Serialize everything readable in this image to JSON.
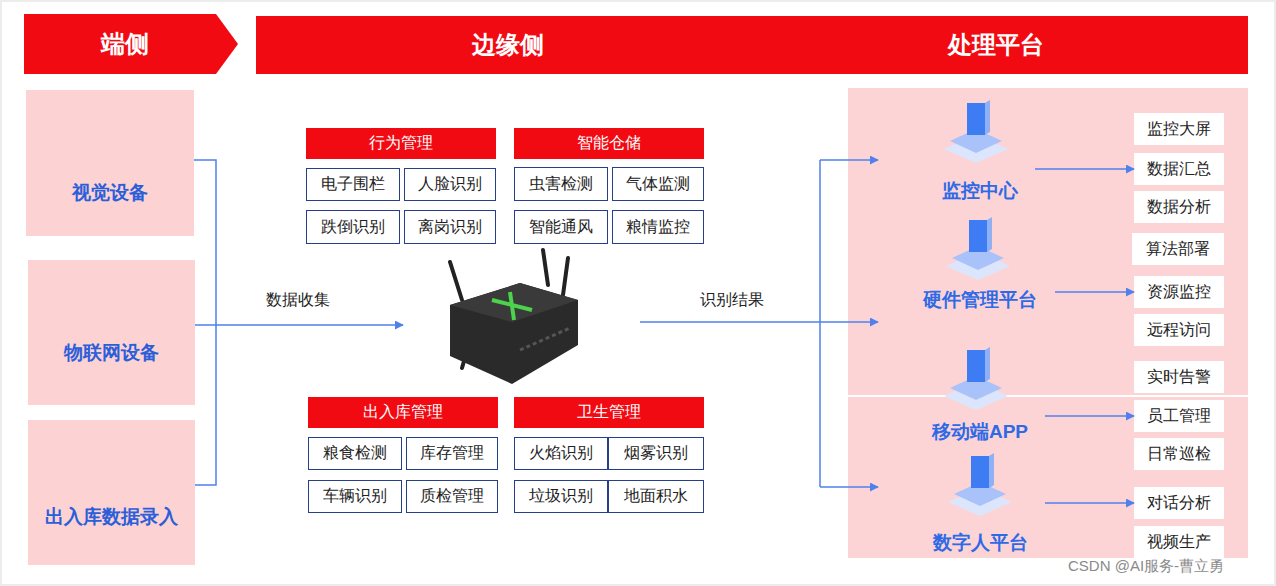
{
  "diagram": {
    "nodes": [
      {
        "text": [
          "端侧"
        ]
      },
      {
        "text": [
          "边缘侧",
          "处理平台"
        ]
      },
      {
        "text": [
          "视觉设备"
        ]
      },
      {
        "text": [
          "物联网设备"
        ]
      },
      {
        "text": [
          "出入库数据录入"
        ]
      },
      {
        "text": [
          "行为管理"
        ]
      },
      {
        "text": [
          "电子围栏"
        ]
      },
      {
        "text": [
          "人脸识别"
        ]
      },
      {
        "text": [
          "跌倒识别"
        ]
      },
      {
        "text": [
          "离岗识别"
        ]
      },
      {
        "text": [
          "智能仓储"
        ]
      },
      {
        "text": [
          "虫害检测"
        ]
      },
      {
        "text": [
          "气体监测"
        ]
      },
      {
        "text": [
          "智能通风"
        ]
      },
      {
        "text": [
          "粮情监控"
        ]
      },
      {
        "text": [
          "出入库管理"
        ]
      },
      {
        "text": [
          "粮食检测"
        ]
      },
      {
        "text": [
          "库存管理"
        ]
      },
      {
        "text": [
          "车辆识别"
        ]
      },
      {
        "text": [
          "质检管理"
        ]
      },
      {
        "text": [
          "卫生管理"
        ]
      },
      {
        "text": [
          "火焰识别"
        ]
      },
      {
        "text": [
          "烟雾识别"
        ]
      },
      {
        "text": [
          "垃圾识别"
        ]
      },
      {
        "text": [
          "地面积水"
        ]
      },
      {
        "text": [
          "监控中心"
        ]
      },
      {
        "text": [
          "硬件管理平台"
        ]
      },
      {
        "text": [
          "移动端APP"
        ]
      },
      {
        "text": [
          "数字人平台"
        ]
      },
      {
        "text": [
          "监控大屏"
        ]
      },
      {
        "text": [
          "数据汇总"
        ]
      },
      {
        "text": [
          "数据分析"
        ]
      },
      {
        "text": [
          "算法部署"
        ]
      },
      {
        "text": [
          "资源监控"
        ]
      },
      {
        "text": [
          "远程访问"
        ]
      },
      {
        "text": [
          "实时告警"
        ]
      },
      {
        "text": [
          "员工管理"
        ]
      },
      {
        "text": [
          "日常巡检"
        ]
      },
      {
        "text": [
          "对话分析"
        ]
      },
      {
        "text": [
          "视频生产"
        ]
      }
    ],
    "edges": [
      {
        "from": 25,
        "to": 30,
        "arrow": "to"
      },
      {
        "from": 26,
        "to": 33,
        "arrow": "to"
      },
      {
        "from": 27,
        "to": 36,
        "arrow": "to"
      },
      {
        "from": 28,
        "to": 38,
        "arrow": "to"
      }
    ],
    "labels": [
      "数据收集",
      "识别结果",
      "CSDN @AI服务-曹立勇"
    ]
  }
}
